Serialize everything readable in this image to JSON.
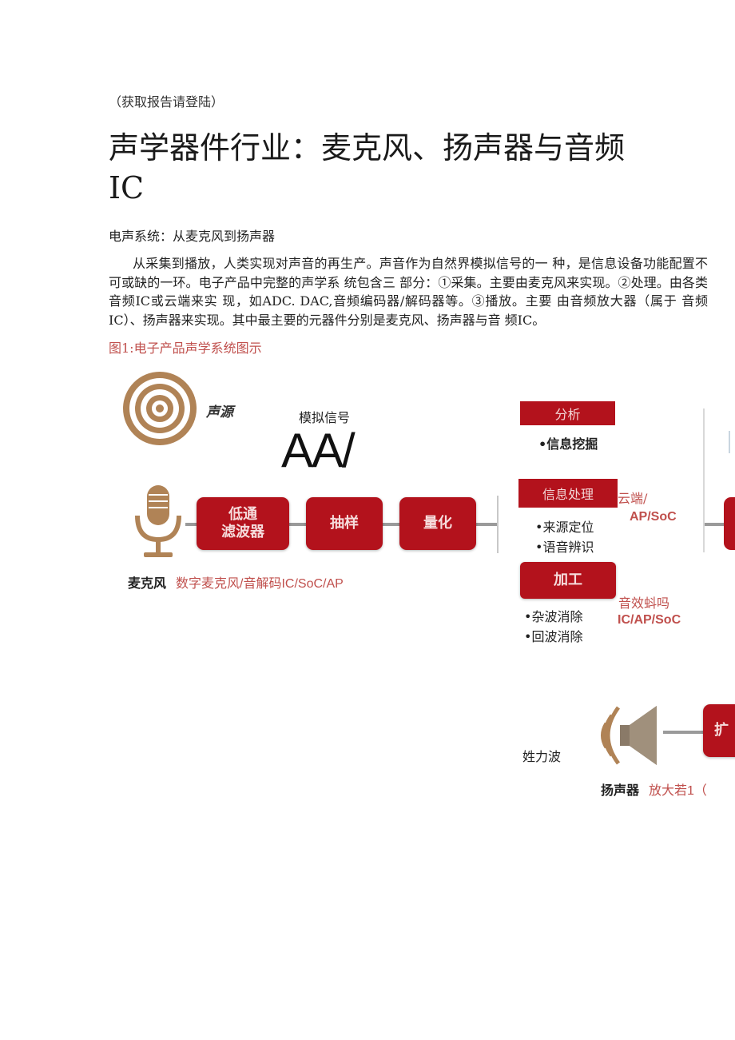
{
  "header": {
    "login_note": "（获取报告请登陆）"
  },
  "title": "声学器件行业：麦克风、扬声器与音频IC",
  "subheading": "电声系统：从麦克风到扬声器",
  "paragraph": "从采集到播放，人类实现对声音的再生产。声音作为自然界模拟信号的一 种，是信息设备功能配置不可或缺的一环。电子产品中完整的声学系 统包含三 部分：①采集。主要由麦克风来实现。②处理。由各类音频IC或云端来实 现，如ADC. DAC,音频编码器/解码器等。③播放。主要 由音频放大器（属于 音频IC）、扬声器来实现。其中最主要的元器件分别是麦克风、扬声器与音 频IC。",
  "figure_caption": "图1:电子产品声学系统图示",
  "diagram": {
    "source_label": "声源",
    "analog_signal_label": "模拟信号",
    "analog_signal_glyph": "AA/",
    "chain_boxes": [
      "低通\n滤波器",
      "抽样",
      "量化"
    ],
    "mic_label": "麦克风",
    "mic_components": "数字麦克风/音解码IC/SoC/AP",
    "analysis": {
      "header": "分析",
      "bullets": [
        "•信息挖掘"
      ]
    },
    "info_processing": {
      "header": "信息处理",
      "bullets": [
        "•来源定位",
        "•语音辨识"
      ],
      "side_label_1": "云端/",
      "side_label_2": "AP/SoC"
    },
    "processing": {
      "header": "加工",
      "bullets": [
        "•杂波消除",
        "•回波消除"
      ],
      "side_label_1": "音效蚪吗",
      "side_label_2": "IC/AP/SoC"
    },
    "wave_label": "姓力波",
    "amp_box": "扩",
    "speaker_label": "扬声器",
    "amp_components": "放大若1（"
  },
  "colors": {
    "accent_red": "#b3121c",
    "caption_pink": "#c0504d",
    "bronze": "#b08356"
  }
}
